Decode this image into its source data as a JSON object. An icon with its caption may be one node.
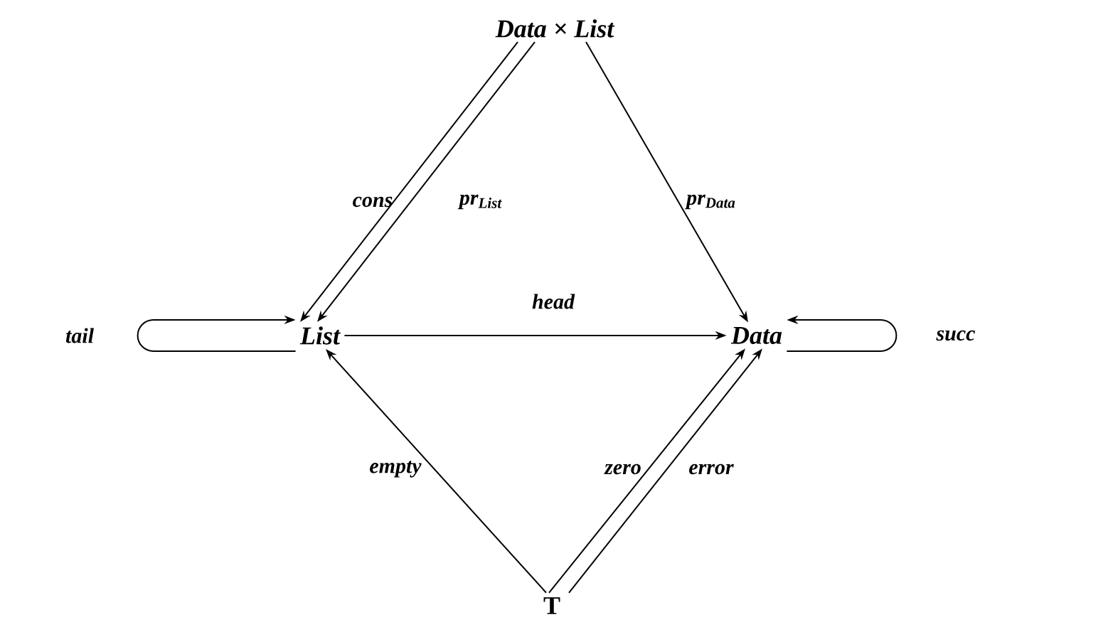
{
  "diagram": {
    "nodes": [
      {
        "text": [
          "Data × List"
        ]
      },
      {
        "text": [
          "List"
        ]
      },
      {
        "text": [
          "Data"
        ]
      },
      {
        "text": [
          "T"
        ]
      }
    ],
    "edges": [
      {
        "from": 0,
        "to": 1,
        "arrow": "to",
        "label": "cons"
      },
      {
        "from": 0,
        "to": 1,
        "arrow": "to",
        "label": "pr$_{List}$"
      },
      {
        "from": 0,
        "to": 2,
        "arrow": "to",
        "label": "pr$_{Data}$"
      },
      {
        "from": 1,
        "to": 2,
        "arrow": "to",
        "label": "head"
      },
      {
        "from": 1,
        "to": 1,
        "arrow": "to",
        "label": "tail"
      },
      {
        "from": 2,
        "to": 2,
        "arrow": "to",
        "label": "succ"
      },
      {
        "from": 3,
        "to": 1,
        "arrow": "to",
        "label": "empty"
      },
      {
        "from": 3,
        "to": 2,
        "arrow": "to",
        "label": "zero"
      },
      {
        "from": 3,
        "to": 2,
        "arrow": "to",
        "label": "error"
      }
    ]
  }
}
